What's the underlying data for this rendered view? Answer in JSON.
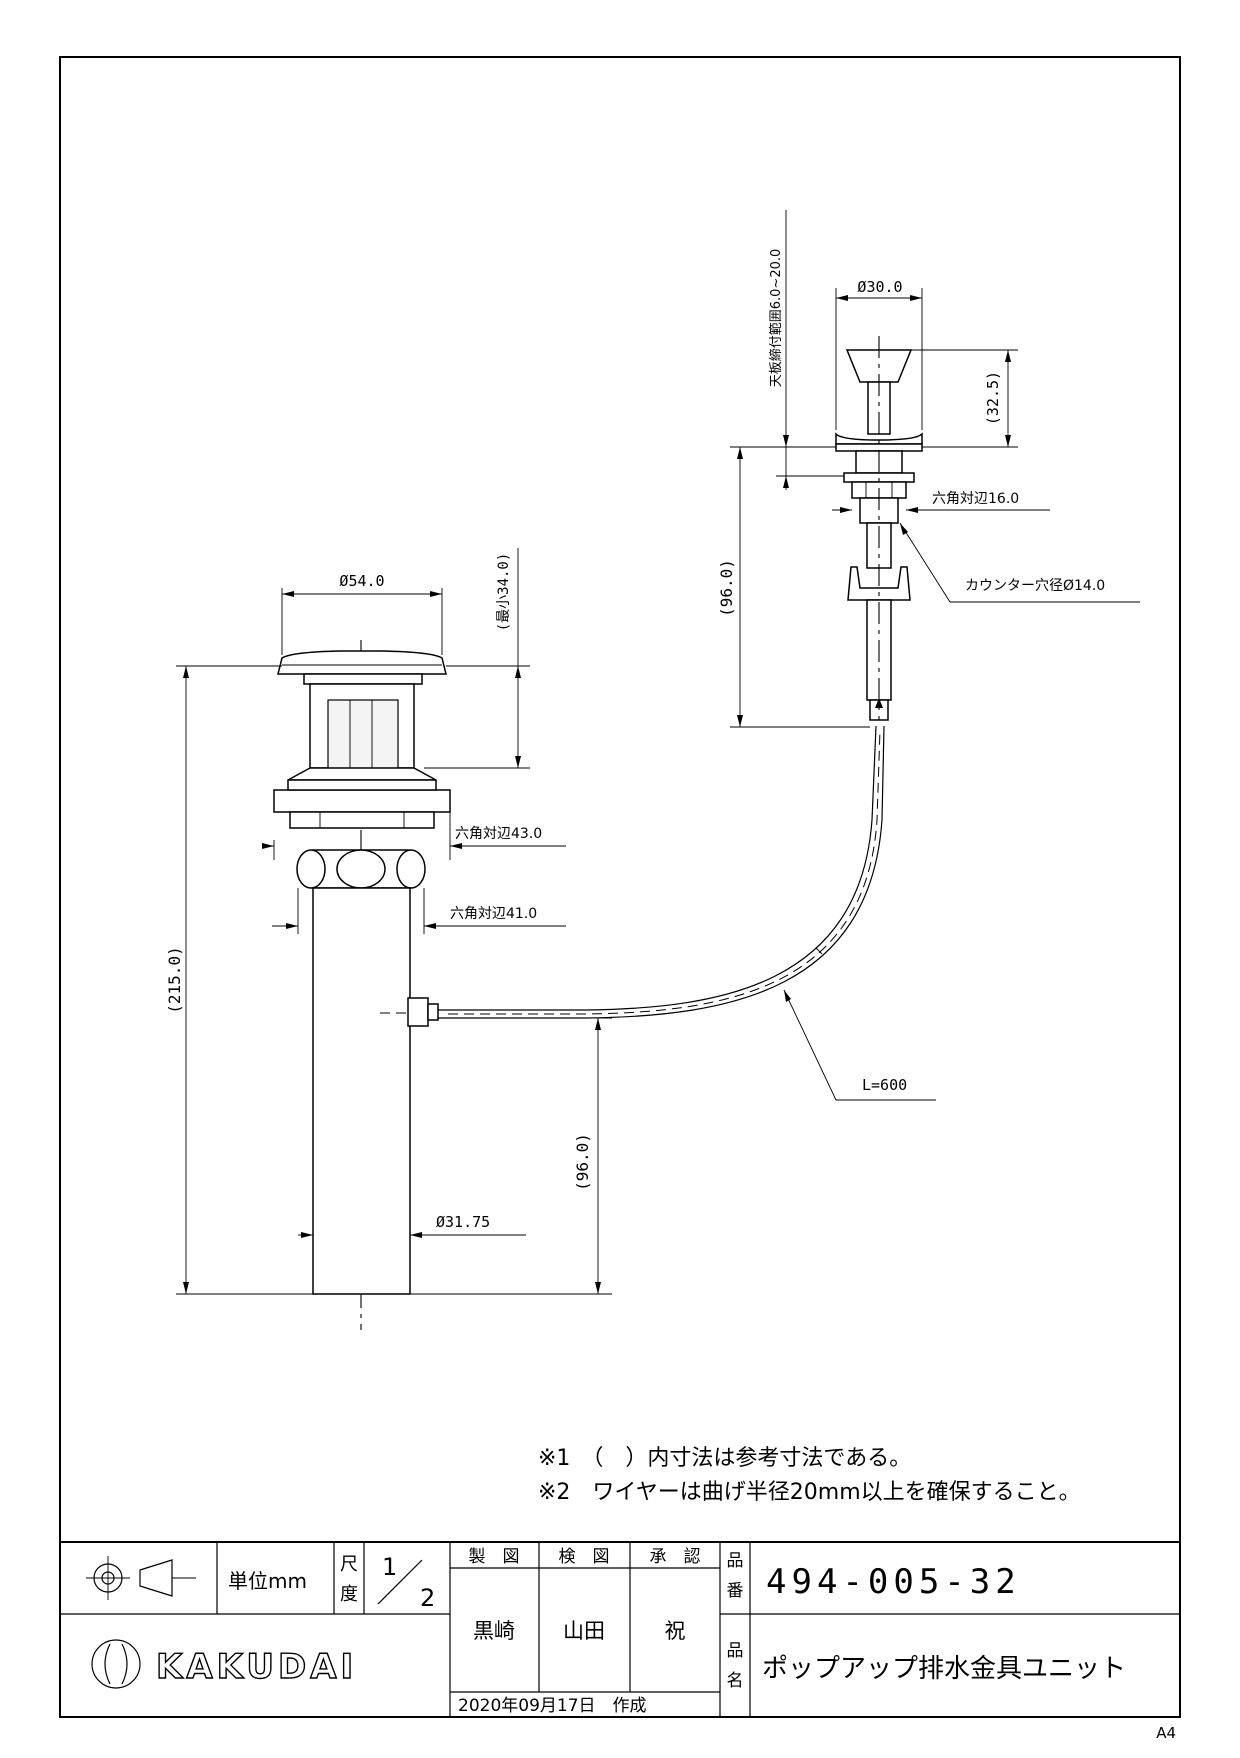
{
  "drawing": {
    "dimensions": {
      "stopper_diameter": "Ø54.0",
      "stopper_height": "(最小34.0)",
      "body_height": "(215.0)",
      "hex_upper": "六角対辺43.0",
      "hex_lower": "六角対辺41.0",
      "tail_pipe_diameter": "Ø31.75",
      "wire_height": "(96.0)",
      "knob_diameter": "Ø30.0",
      "knob_height": "(32.5)",
      "counter_thickness": "天板締付範囲6.0~20.0",
      "lever_height": "(96.0)",
      "hex_lever": "六角対辺16.0",
      "counter_hole": "カウンター穴径Ø14.0",
      "wire_length": "L=600"
    },
    "notes": [
      "※1　（　）内寸法は参考寸法である。",
      "※2　ワイヤーは曲げ半径20mm以上を確保すること。"
    ]
  },
  "title_block": {
    "unit_label": "単位mm",
    "scale_label_1": "尺",
    "scale_label_2": "度",
    "scale_num": "1",
    "scale_den": "2",
    "design_label": "製　図",
    "check_label": "検　図",
    "approve_label": "承　認",
    "designer": "黒崎",
    "checker": "山田",
    "approver": "祝",
    "date_text": "2020年09月17日　作成",
    "part_number_label_1": "品",
    "part_number_label_2": "番",
    "part_number": "494-005-32",
    "part_name_label_1": "品",
    "part_name_label_2": "名",
    "part_name": "ポップアップ排水金具ユニット",
    "company": "KAKUDAI"
  },
  "paper_size": "A4"
}
